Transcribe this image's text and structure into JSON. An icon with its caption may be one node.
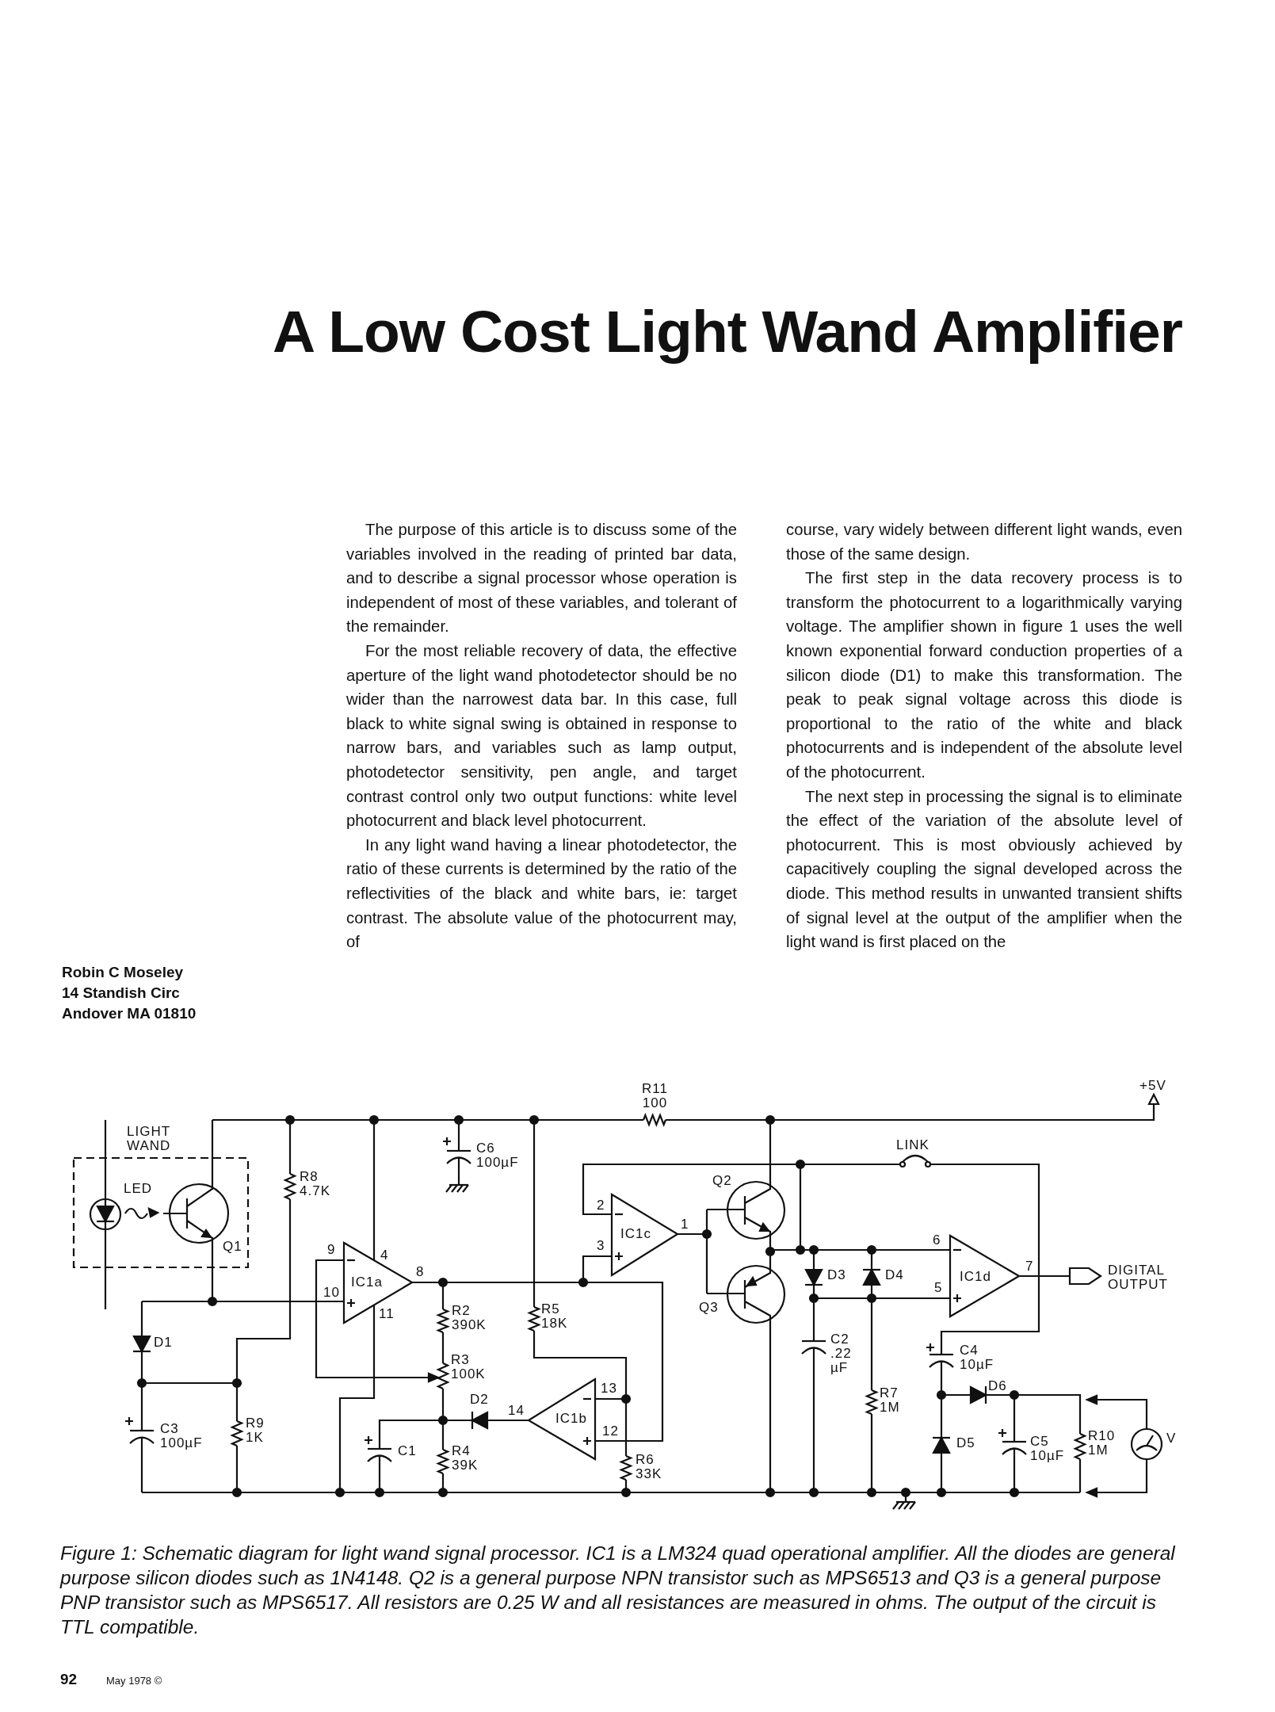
{
  "diagram": {
    "title": "A Low Cost Light Wand Amplifier",
    "caption": "Figure 1: Schematic diagram for light wand signal processor. IC1 is a LM324 quad operational amplifier. All the diodes are general purpose silicon diodes such as 1N4148. Q2 is a general purpose NPN transistor such as MPS6513 and Q3 is a general purpose PNP transistor such as MPS6517. All resistors are 0.25 W and all resistances are measured in ohms. The output of the circuit is TTL compatible.",
    "labels": [
      "Robin C Moseley",
      "14 Standish Circ",
      "Andover MA 01810",
      "The purpose of this article is to discuss some of the variables involved in the reading of printed bar data, and to describe a signal processor whose operation is independent of most of these variables, and tolerant of the remainder.",
      "For the most reliable recovery of data, the effective aperture of the light wand photodetector should be no wider than the narrowest data bar. In this case, full black to white signal swing is obtained in response to narrow bars, and variables such as lamp output, photodetector sensitivity, pen angle, and target contrast control only two output functions: white level photocurrent and black level photocurrent.",
      "In any light wand having a linear photodetector, the ratio of these currents is determined by the ratio of the reflectivities of the black and white bars, ie: target contrast. The absolute value of the photocurrent may, of",
      "course, vary widely between different light wands, even those of the same design.",
      "The first step in the data recovery process is to transform the photocurrent to a logarithmically varying voltage. The amplifier shown in figure 1 uses the well known exponential forward conduction properties of a silicon diode (D1) to make this transformation. The peak to peak signal voltage across this diode is proportional to the ratio of the white and black photocurrents and is independent of the absolute level of the photocurrent.",
      "The next step in processing the signal is to eliminate the effect of the variation of the absolute level of photocurrent. This is most obviously achieved by capacitively coupling the signal developed across the diode. This method results in unwanted transient shifts of signal level at the output of the amplifier when the light wand is first placed on the",
      "R11 100",
      "+5V",
      "LIGHT WAND",
      "C6 100µF",
      "R8 4.7K",
      "LINK",
      "LED",
      "Q2",
      "Q1",
      "2",
      "IC1c",
      "1",
      "3",
      "9",
      "4",
      "6",
      "8",
      "IC1a",
      "10",
      "D3",
      "D4",
      "IC1d",
      "7",
      "5",
      "DIGITAL OUTPUT",
      "11",
      "R2 390K",
      "R5 18K",
      "Q3",
      "D1",
      "R3 100K",
      "C2 .22 µF",
      "C4 10µF",
      "13",
      "D2",
      "14",
      "IC1b",
      "R7 1M",
      "D6",
      "12",
      "C3 100µF",
      "R9 1K",
      "C1",
      "R4 39K",
      "R6 33K",
      "D5",
      "C5 10µF",
      "R10 1M",
      "V",
      "92",
      "May 1978 ©"
    ]
  }
}
